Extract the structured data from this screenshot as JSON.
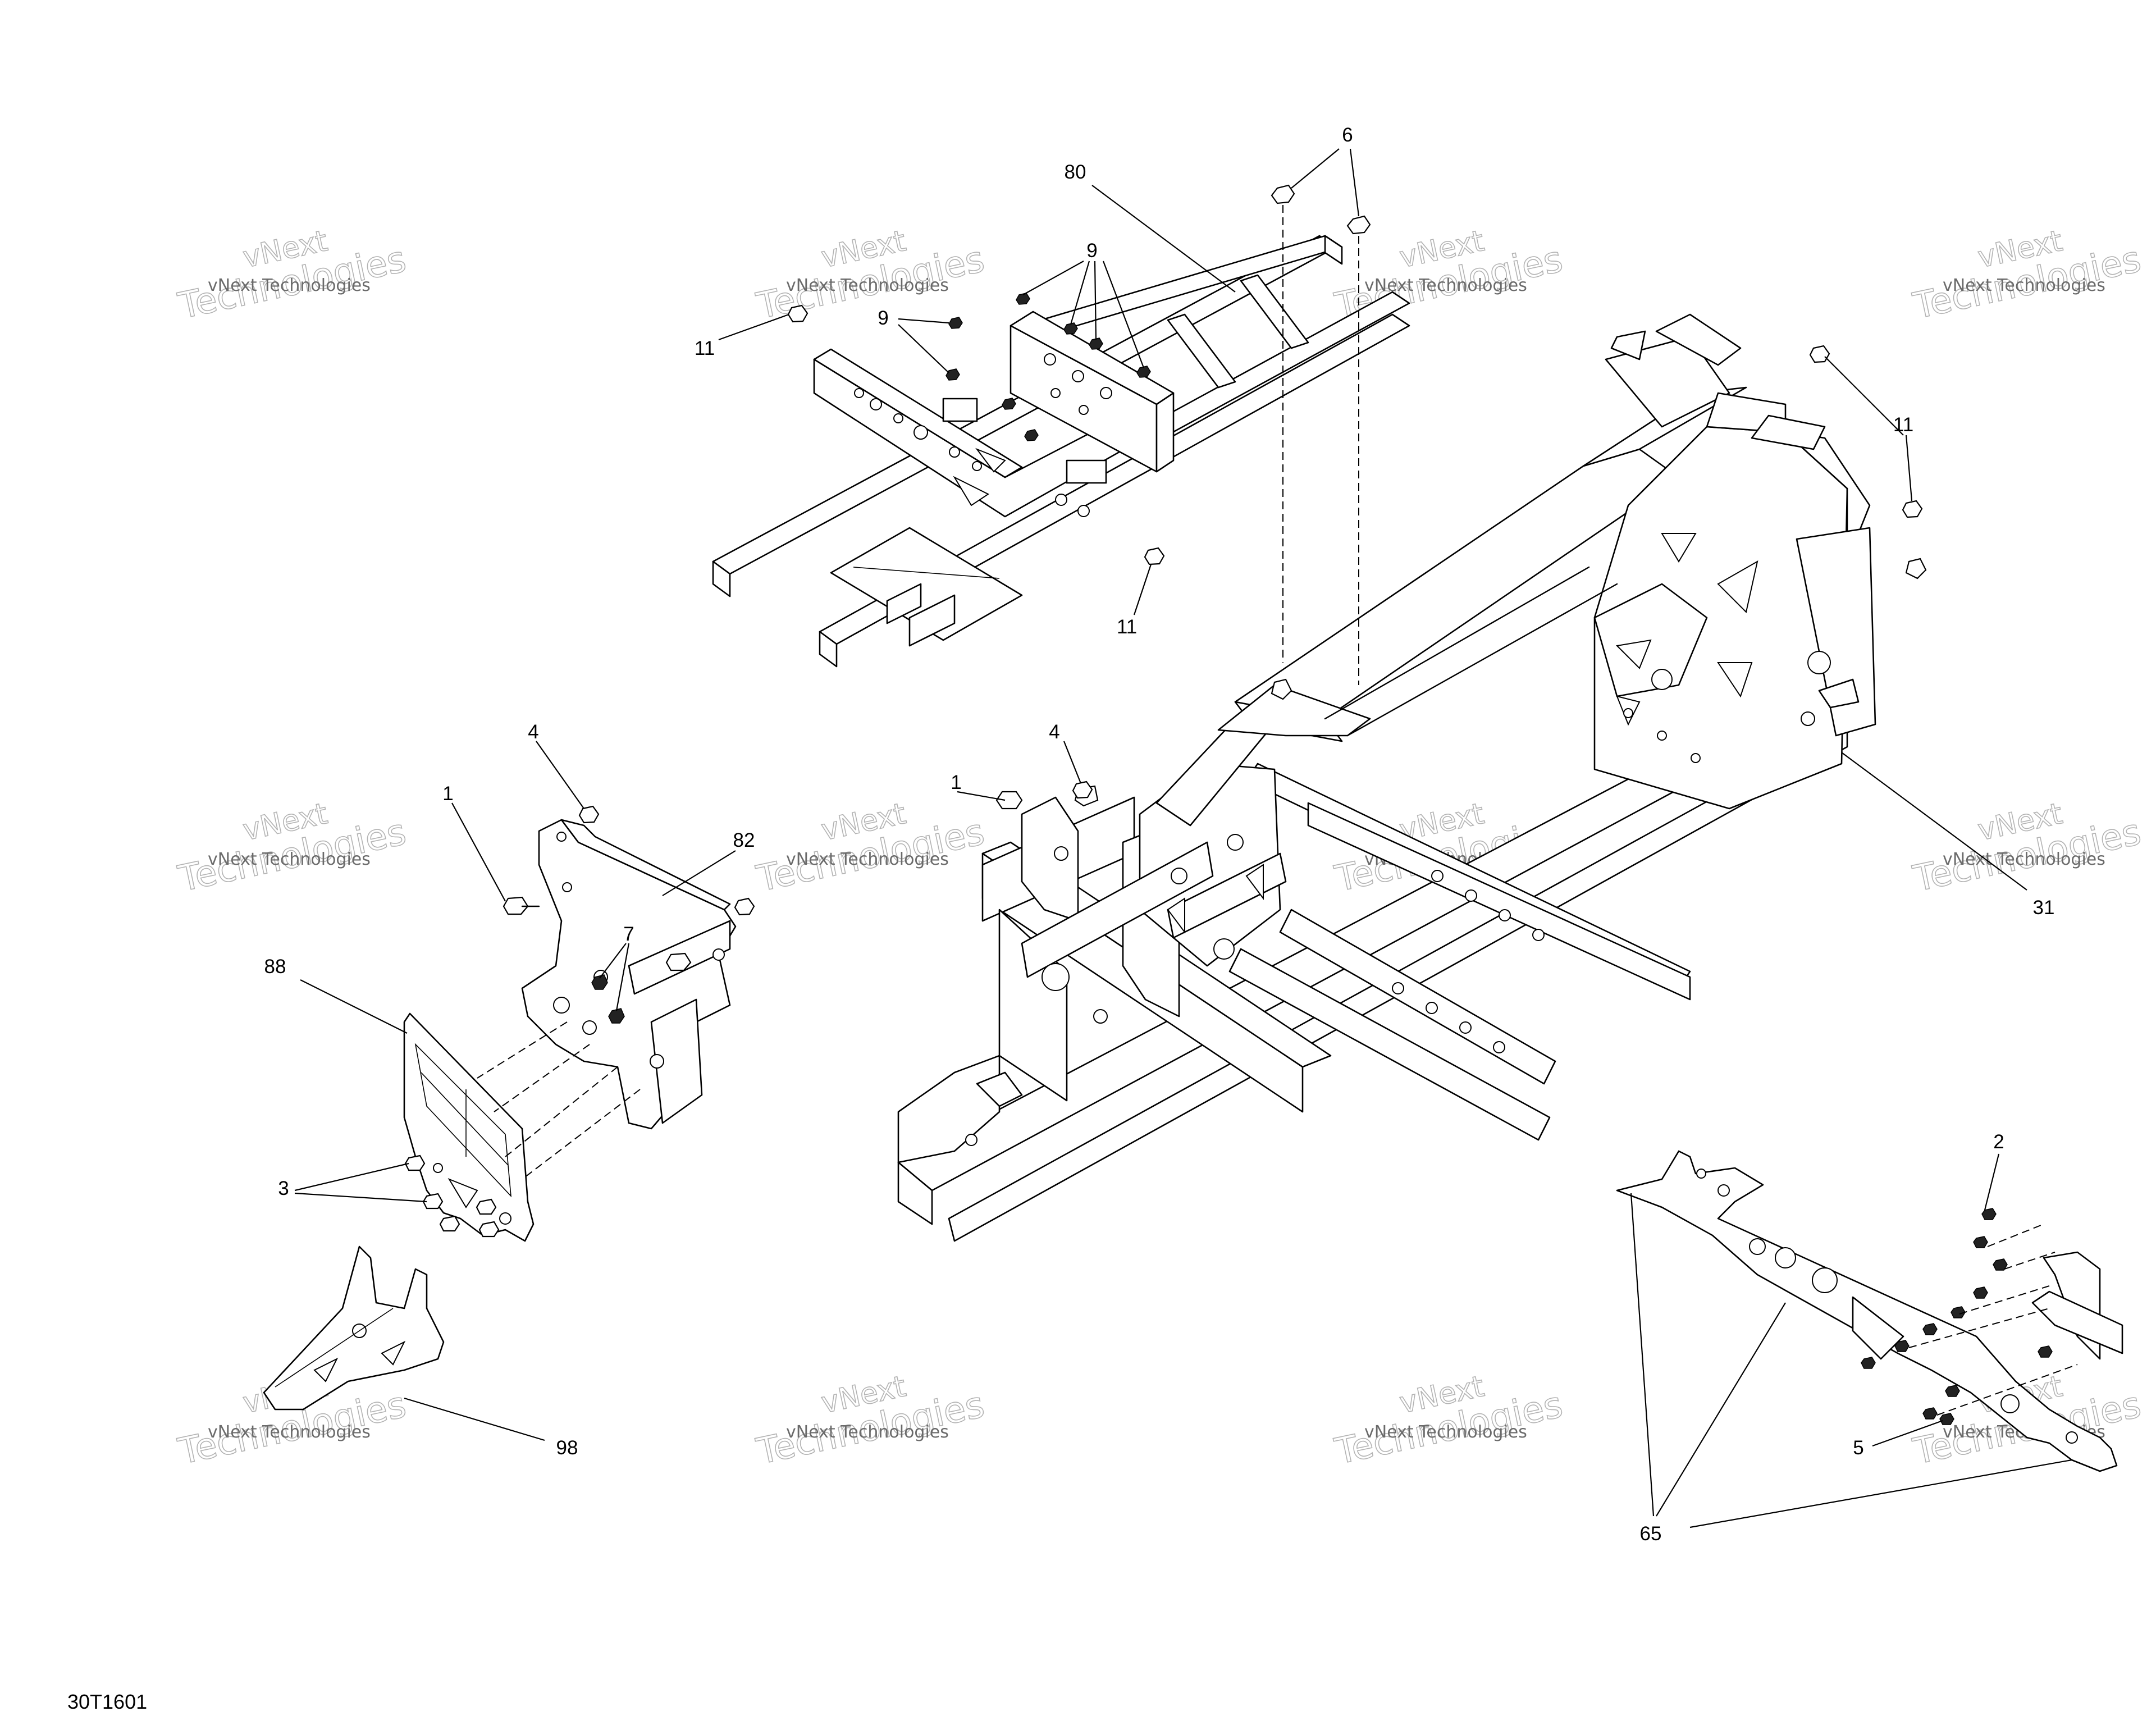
{
  "diagram": {
    "callouts": [
      "6",
      "80",
      "9",
      "9",
      "11",
      "11",
      "11",
      "11",
      "4",
      "4",
      "1",
      "1",
      "82",
      "7",
      "88",
      "3",
      "98",
      "31",
      "2",
      "5",
      "65"
    ],
    "watermark": {
      "line1": "vNext",
      "line2": "Technologies",
      "small": "vNext Technologies"
    },
    "reference_code": "30T1601"
  }
}
